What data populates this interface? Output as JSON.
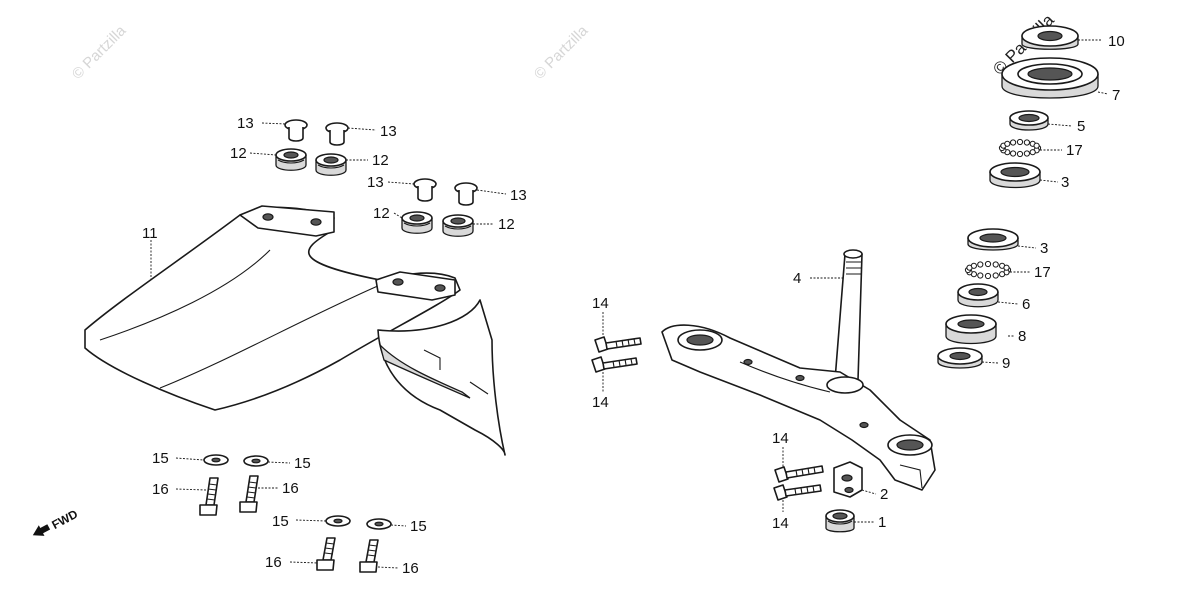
{
  "watermark": {
    "text": "© Partzilla",
    "text_top_right": "© Partzilla"
  },
  "direction_label": "FWD",
  "parts": [
    {
      "ref": "1"
    },
    {
      "ref": "2"
    },
    {
      "ref": "3"
    },
    {
      "ref": "4"
    },
    {
      "ref": "5"
    },
    {
      "ref": "6"
    },
    {
      "ref": "7"
    },
    {
      "ref": "8"
    },
    {
      "ref": "9"
    },
    {
      "ref": "10"
    },
    {
      "ref": "11"
    },
    {
      "ref": "12"
    },
    {
      "ref": "13"
    },
    {
      "ref": "14"
    },
    {
      "ref": "15"
    },
    {
      "ref": "16"
    },
    {
      "ref": "17"
    }
  ],
  "callouts": [
    {
      "id": "c10",
      "label": "10"
    },
    {
      "id": "c7",
      "label": "7"
    },
    {
      "id": "c5",
      "label": "5"
    },
    {
      "id": "c17a",
      "label": "17"
    },
    {
      "id": "c3a",
      "label": "3"
    },
    {
      "id": "c3b",
      "label": "3"
    },
    {
      "id": "c17b",
      "label": "17"
    },
    {
      "id": "c6",
      "label": "6"
    },
    {
      "id": "c8",
      "label": "8"
    },
    {
      "id": "c9",
      "label": "9"
    },
    {
      "id": "c4",
      "label": "4"
    },
    {
      "id": "c2",
      "label": "2"
    },
    {
      "id": "c1",
      "label": "1"
    },
    {
      "id": "c14a",
      "label": "14"
    },
    {
      "id": "c14b",
      "label": "14"
    },
    {
      "id": "c14c",
      "label": "14"
    },
    {
      "id": "c14d",
      "label": "14"
    },
    {
      "id": "c11",
      "label": "11"
    },
    {
      "id": "c13a",
      "label": "13"
    },
    {
      "id": "c13b",
      "label": "13"
    },
    {
      "id": "c13c",
      "label": "13"
    },
    {
      "id": "c13d",
      "label": "13"
    },
    {
      "id": "c12a",
      "label": "12"
    },
    {
      "id": "c12b",
      "label": "12"
    },
    {
      "id": "c12c",
      "label": "12"
    },
    {
      "id": "c12d",
      "label": "12"
    },
    {
      "id": "c15a",
      "label": "15"
    },
    {
      "id": "c15b",
      "label": "15"
    },
    {
      "id": "c15c",
      "label": "15"
    },
    {
      "id": "c15d",
      "label": "15"
    },
    {
      "id": "c16a",
      "label": "16"
    },
    {
      "id": "c16b",
      "label": "16"
    },
    {
      "id": "c16c",
      "label": "16"
    },
    {
      "id": "c16d",
      "label": "16"
    }
  ]
}
